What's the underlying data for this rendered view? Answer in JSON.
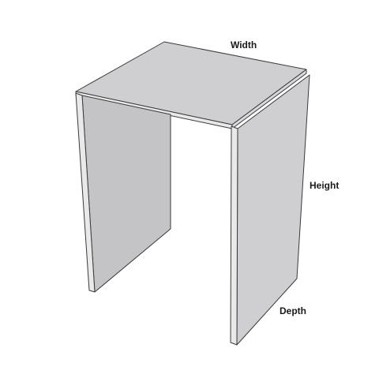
{
  "diagram": {
    "labels": {
      "width": "Width",
      "height": "Height",
      "depth": "Depth"
    },
    "colors": {
      "panel_face": "#cfcfd1",
      "panel_face_dark": "#c4c4c6",
      "panel_edge": "#e9e9ea",
      "panel_edge_shade": "#b9b9bb",
      "outline": "#3a3a3a"
    }
  }
}
